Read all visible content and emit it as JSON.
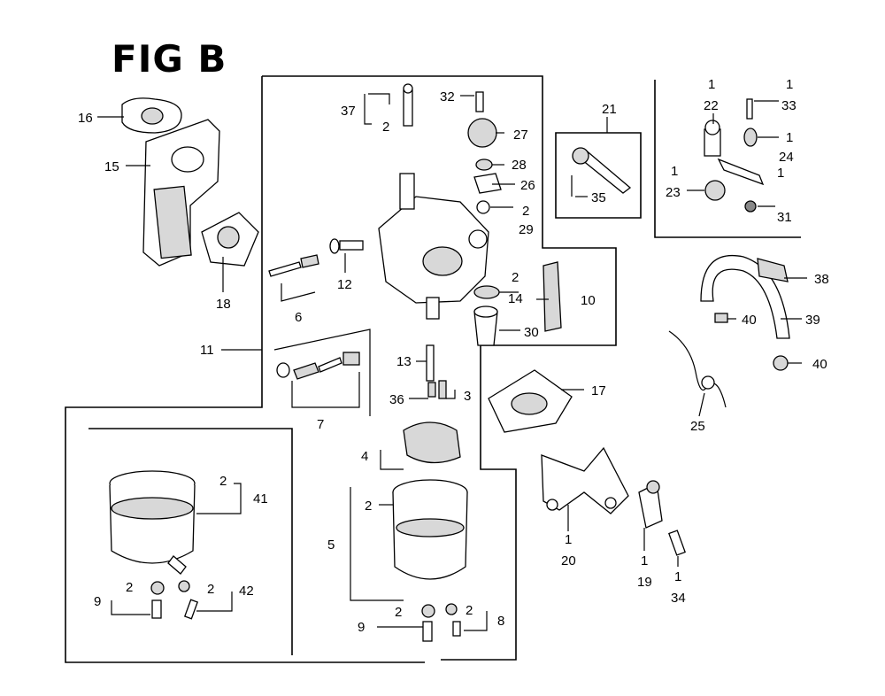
{
  "title": "FIG B",
  "callouts": {
    "c16": "16",
    "c15": "15",
    "c18": "18",
    "c11": "11",
    "c6": "6",
    "c12": "12",
    "c7": "7",
    "c37": "37",
    "c37q": "2",
    "c32": "32",
    "c27": "27",
    "c28": "28",
    "c26": "26",
    "c29": "29",
    "c29q": "2",
    "c21": "21",
    "c35": "35",
    "c22": "22",
    "c22q": "1",
    "c33": "33",
    "c33q": "1",
    "c24": "24",
    "c24q": "1",
    "c23": "23",
    "c23q": "1",
    "c31": "31",
    "c31q": "1",
    "c14": "14",
    "c14q": "2",
    "c10": "10",
    "c30": "30",
    "c13": "13",
    "c36": "36",
    "c3": "3",
    "c38": "38",
    "c39": "39",
    "c40a": "40",
    "c40b": "40",
    "c25": "25",
    "c17": "17",
    "c4": "4",
    "c5": "5",
    "c5q": "2",
    "c9b": "9",
    "c9bq": "2",
    "c8": "8",
    "c8q": "2",
    "c41": "41",
    "c41q": "2",
    "c9a": "9",
    "c9aq": "2",
    "c42": "42",
    "c42q": "2",
    "c20": "20",
    "c20q": "1",
    "c19": "19",
    "c19q": "1",
    "c34": "34",
    "c34q": "1"
  }
}
